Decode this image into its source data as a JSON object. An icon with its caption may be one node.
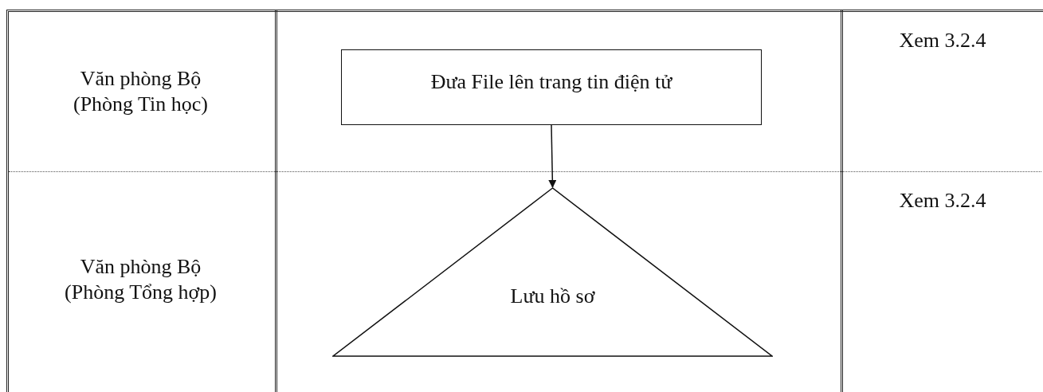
{
  "diagram": {
    "nodes": [
      {
        "text": [
          "Đưa File lên trang tin điện tử"
        ]
      },
      {
        "text": [
          "Lưu hồ sơ"
        ]
      }
    ],
    "edges": [
      {
        "from": 0,
        "to": 1,
        "arrow": "to"
      }
    ],
    "labels": [
      "Văn phòng Bộ (Phòng Tin học)",
      "Xem 3.2.4",
      "Văn phòng Bộ (Phòng Tổng hợp)",
      "Xem 3.2.4"
    ]
  }
}
